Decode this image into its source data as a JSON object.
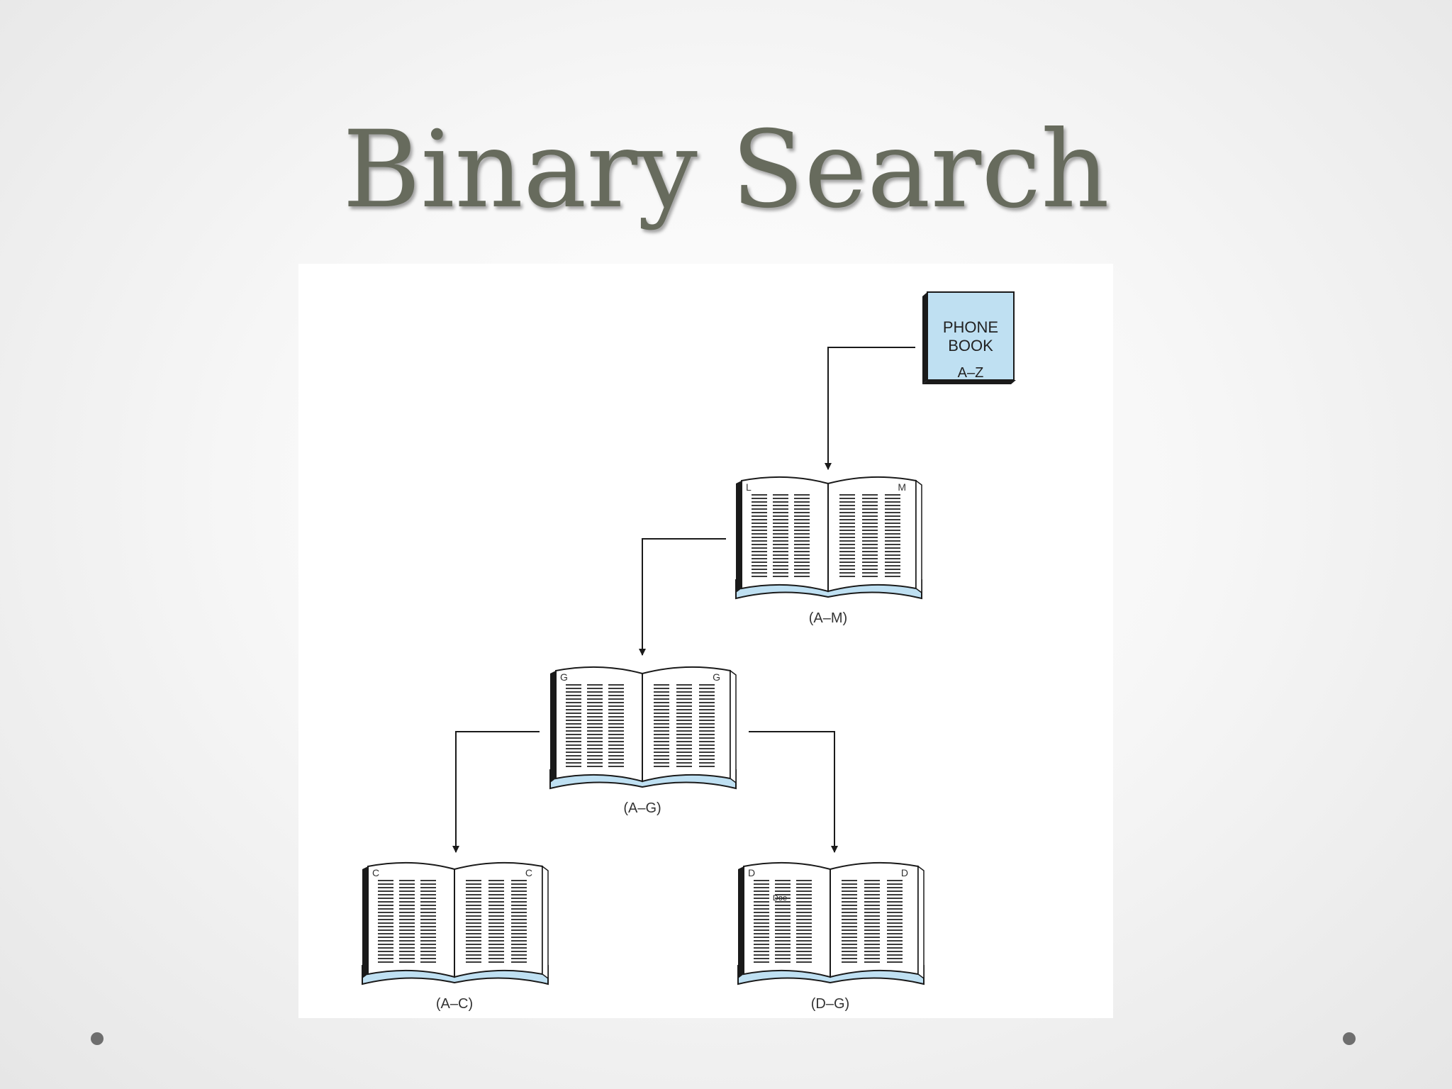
{
  "slide": {
    "title": "Binary Search"
  },
  "diagram": {
    "phone_book": {
      "line1": "PHONE",
      "line2": "BOOK",
      "range": "A–Z"
    },
    "books": [
      {
        "id": "a-m",
        "caption": "(A–M)",
        "left_tab": "L",
        "right_tab": "M",
        "highlight": ""
      },
      {
        "id": "a-g",
        "caption": "(A–G)",
        "left_tab": "G",
        "right_tab": "G",
        "highlight": ""
      },
      {
        "id": "a-c",
        "caption": "(A–C)",
        "left_tab": "C",
        "right_tab": "C",
        "highlight": ""
      },
      {
        "id": "d-g",
        "caption": "(D–G)",
        "left_tab": "D",
        "right_tab": "D",
        "highlight": "Doe"
      }
    ],
    "colors": {
      "book_blue": "#bfe0f2",
      "ink": "#1a1a1a",
      "title": "#676b5d"
    }
  }
}
